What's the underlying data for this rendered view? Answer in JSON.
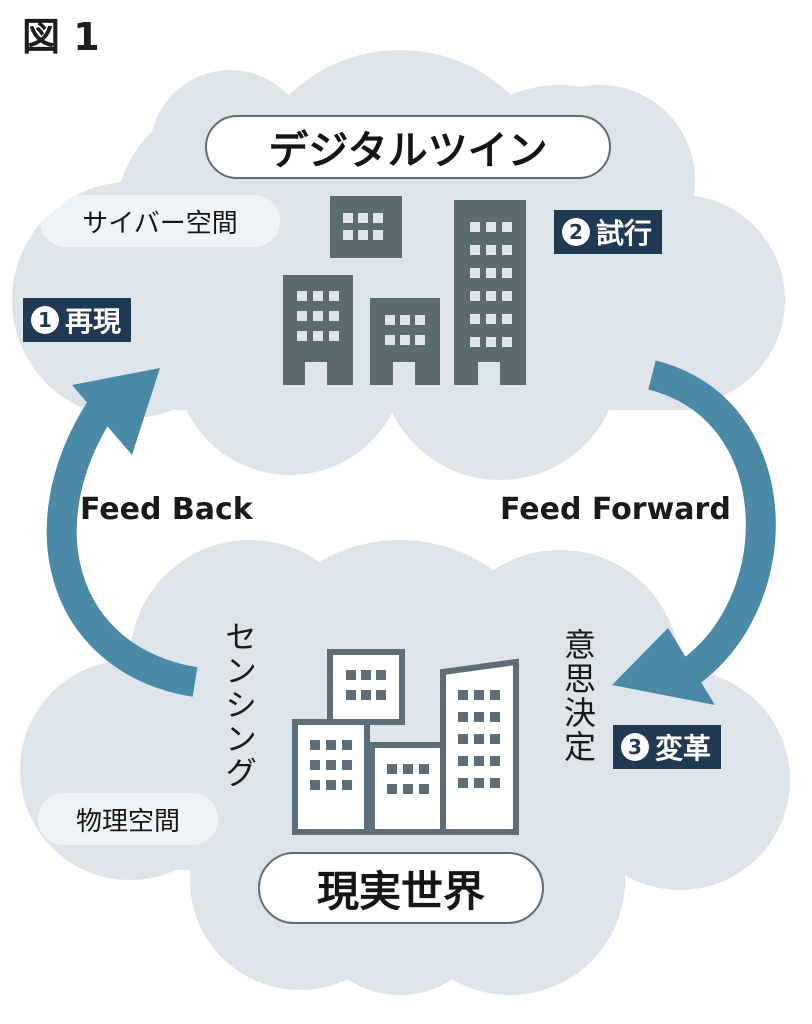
{
  "figure_label": "図 1",
  "cyber": {
    "title": "デジタルツイン",
    "space_label": "サイバー空間"
  },
  "physical": {
    "title": "現実世界",
    "space_label": "物理空間"
  },
  "steps": [
    {
      "number": "1",
      "label": "再現"
    },
    {
      "number": "2",
      "label": "試行"
    },
    {
      "number": "3",
      "label": "変革"
    }
  ],
  "flows": {
    "left": "Feed Back",
    "right": "Feed Forward",
    "left_vertical": "センシング",
    "right_vertical": "意思決定"
  },
  "colors": {
    "cloud": "#dde4ea",
    "arrow": "#4b8aa6",
    "building_cyber": "#5c6a72",
    "building_real": "#5e6e78",
    "tag_bg": "#1f3a52"
  }
}
